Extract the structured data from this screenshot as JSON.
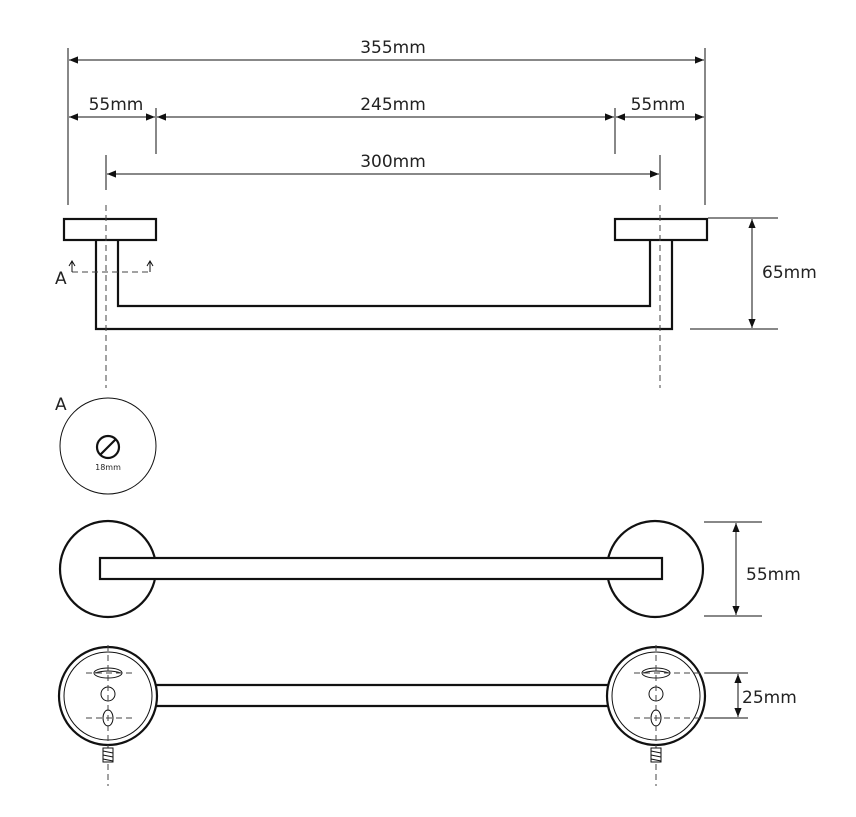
{
  "dimensions": {
    "overall_width": "355mm",
    "left_offset": "55mm",
    "inner_width": "245mm",
    "right_offset": "55mm",
    "center_distance": "300mm",
    "depth": "65mm",
    "rosette_diameter": "55mm",
    "hole_spacing": "25mm"
  },
  "section": {
    "label": "A",
    "bar_diameter": "18mm"
  },
  "colors": {
    "line": "#111111",
    "background": "#ffffff"
  }
}
